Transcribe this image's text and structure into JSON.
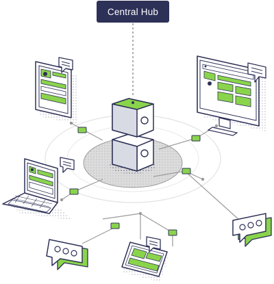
{
  "title_label": "Central Hub",
  "nodes": [
    {
      "name": "tablet",
      "icon": "tablet-icon"
    },
    {
      "name": "desktop-monitor",
      "icon": "monitor-icon"
    },
    {
      "name": "laptop",
      "icon": "laptop-icon"
    },
    {
      "name": "smartphone",
      "icon": "smartphone-icon"
    },
    {
      "name": "chat-bubble-left",
      "icon": "chat-bubble-icon"
    },
    {
      "name": "chat-bubble-right",
      "icon": "chat-bubble-icon"
    },
    {
      "name": "central-server",
      "icon": "server-icon"
    }
  ],
  "colors": {
    "accent_green": "#8ad44c",
    "outline_navy": "#2d3057",
    "label_bg": "#2d3057",
    "platform_gray": "#d9d9d9",
    "connector_gray": "#9a9a9a"
  }
}
